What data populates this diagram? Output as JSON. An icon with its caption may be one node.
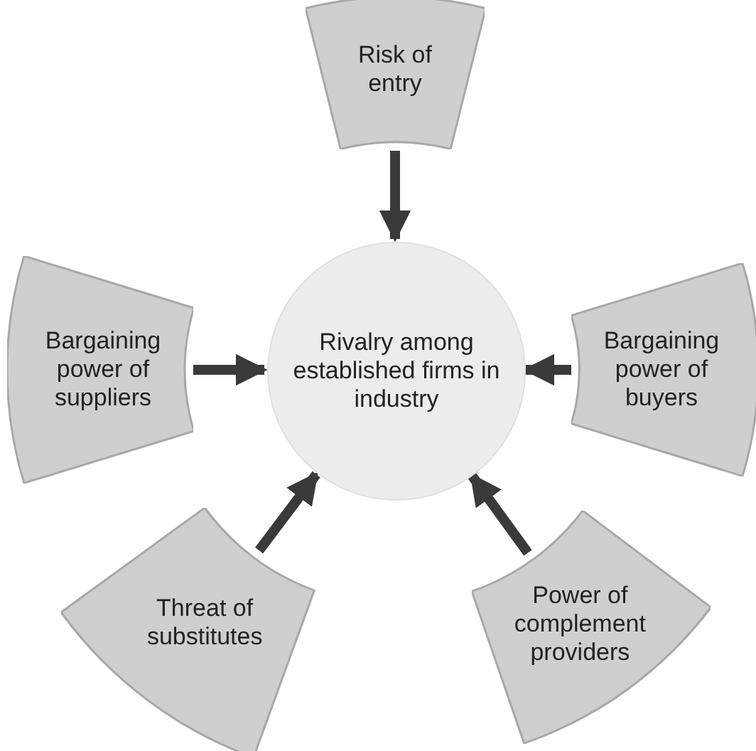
{
  "diagram": {
    "nodes": [
      {
        "text": [
          "Risk of entry"
        ]
      },
      {
        "text": [
          "Bargaining power of suppliers"
        ]
      },
      {
        "text": [
          "Rivalry among established firms in industry"
        ]
      },
      {
        "text": [
          "Bargaining power of buyers"
        ]
      },
      {
        "text": [
          "Threat of substitutes"
        ]
      },
      {
        "text": [
          "Power of complement providers"
        ]
      }
    ],
    "edges": [
      {
        "from": 0,
        "to": 2,
        "arrow": "to"
      },
      {
        "from": 1,
        "to": 2,
        "arrow": "to"
      },
      {
        "from": 3,
        "to": 2,
        "arrow": "to"
      },
      {
        "from": 4,
        "to": 2,
        "arrow": "to"
      },
      {
        "from": 5,
        "to": 2,
        "arrow": "to"
      }
    ]
  }
}
